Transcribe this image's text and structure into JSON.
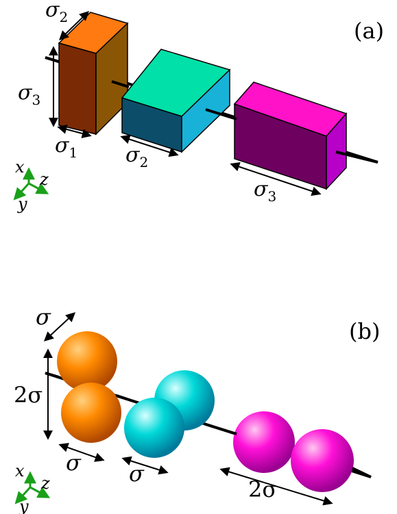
{
  "panel_a": {
    "label": "(a)",
    "dims": {
      "s1": "σ1",
      "s2": "σ2",
      "s3": "σ3"
    },
    "axes": {
      "x": "x",
      "y": "y",
      "z": "z"
    },
    "colors": {
      "box1_front": "#7a2a05",
      "box1_side": "#8a5606",
      "box1_top": "#ff7a10",
      "box2_front": "#0c4d6a",
      "box2_side": "#18b2d8",
      "box2_top": "#00e0a8",
      "box3_front": "#6e0060",
      "box3_side": "#b700c8",
      "box3_top": "#ff12c8"
    }
  },
  "panel_b": {
    "label": "(b)",
    "dims": {
      "sigma": "σ",
      "two_sigma": "2σ"
    },
    "axes": {
      "x": "x",
      "y": "y",
      "z": "z"
    },
    "colors": {
      "pair1": "#ff8a00",
      "pair2": "#00d8d8",
      "pair3": "#ff00d8"
    }
  },
  "axis_color": "#1aa01a"
}
